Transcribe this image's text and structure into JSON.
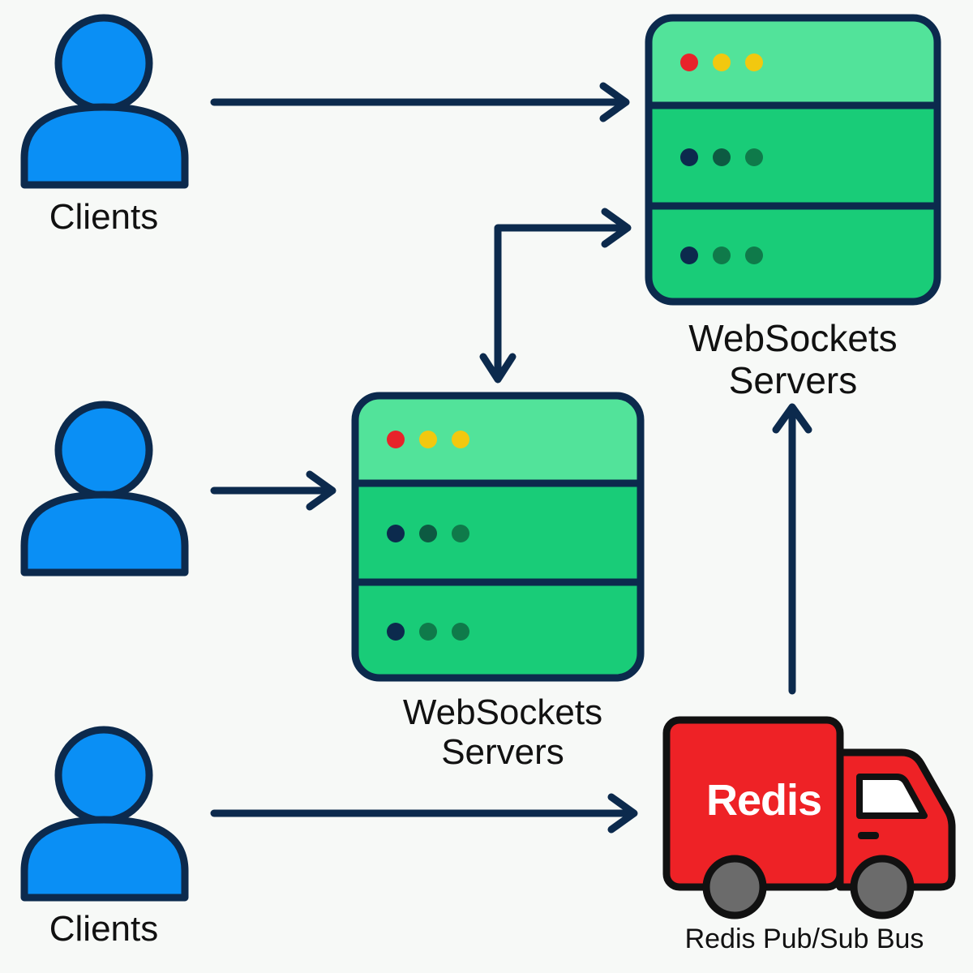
{
  "labels": {
    "clients_top": "Clients",
    "clients_bottom": "Clients",
    "server_top_line1": "WebSockets",
    "server_top_line2": "Servers",
    "server_mid_line1": "WebSockets",
    "server_mid_line2": "Servers",
    "redis_badge": "Redis",
    "redis_caption": "Redis Pub/Sub Bus"
  },
  "colors": {
    "background": "#f7f9f7",
    "outline": "#0c2a4d",
    "client_fill": "#0a8ff5",
    "server_header": "#52e39a",
    "server_body": "#19cc78",
    "led_red": "#e8232a",
    "led_yellow": "#f2c80f",
    "led_navy": "#0c2a4d",
    "led_green": "#0f7a4a",
    "truck_red": "#ee2226",
    "wheel_gray": "#6b6b6b"
  },
  "icons": [
    "user-icon",
    "server-icon",
    "truck-icon",
    "arrow-icon"
  ]
}
